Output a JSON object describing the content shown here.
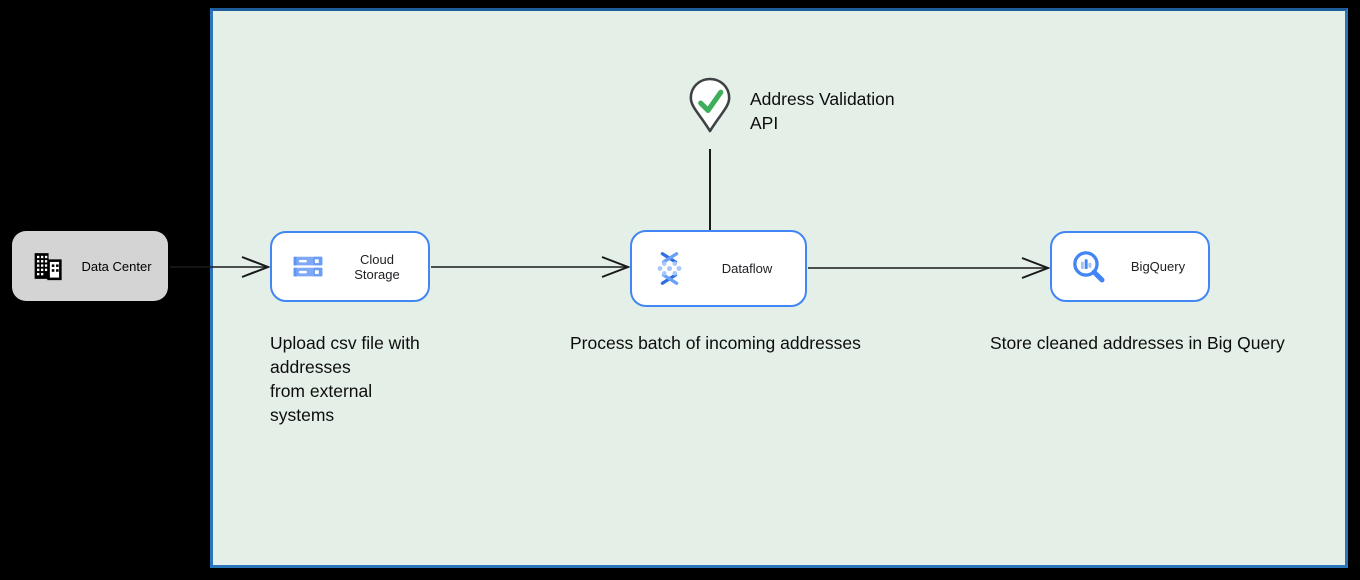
{
  "zone": {
    "fill": "#e3efe7",
    "border_color": "#2d75bb"
  },
  "nodes": {
    "data_center": {
      "label": "Data Center"
    },
    "cloud_storage": {
      "label": "Cloud Storage"
    },
    "dataflow": {
      "label": "Dataflow"
    },
    "bigquery": {
      "label": "BigQuery"
    }
  },
  "api_marker": {
    "label_line1": "Address Validation",
    "label_line2": "API"
  },
  "captions": {
    "upload_lines": [
      "Upload csv file with",
      "addresses",
      "from external",
      "systems"
    ],
    "process": "Process batch of incoming addresses",
    "store": "Store cleaned addresses in Big Query"
  },
  "colors": {
    "node_border": "#4285f4",
    "icon_blue": "#4285f4",
    "icon_light_blue": "#a4c4f8",
    "check_green": "#3fae5c",
    "pin_outline": "#3f4245",
    "data_center_fill": "#d4d4d4",
    "arrow": "#1a1a1a"
  }
}
